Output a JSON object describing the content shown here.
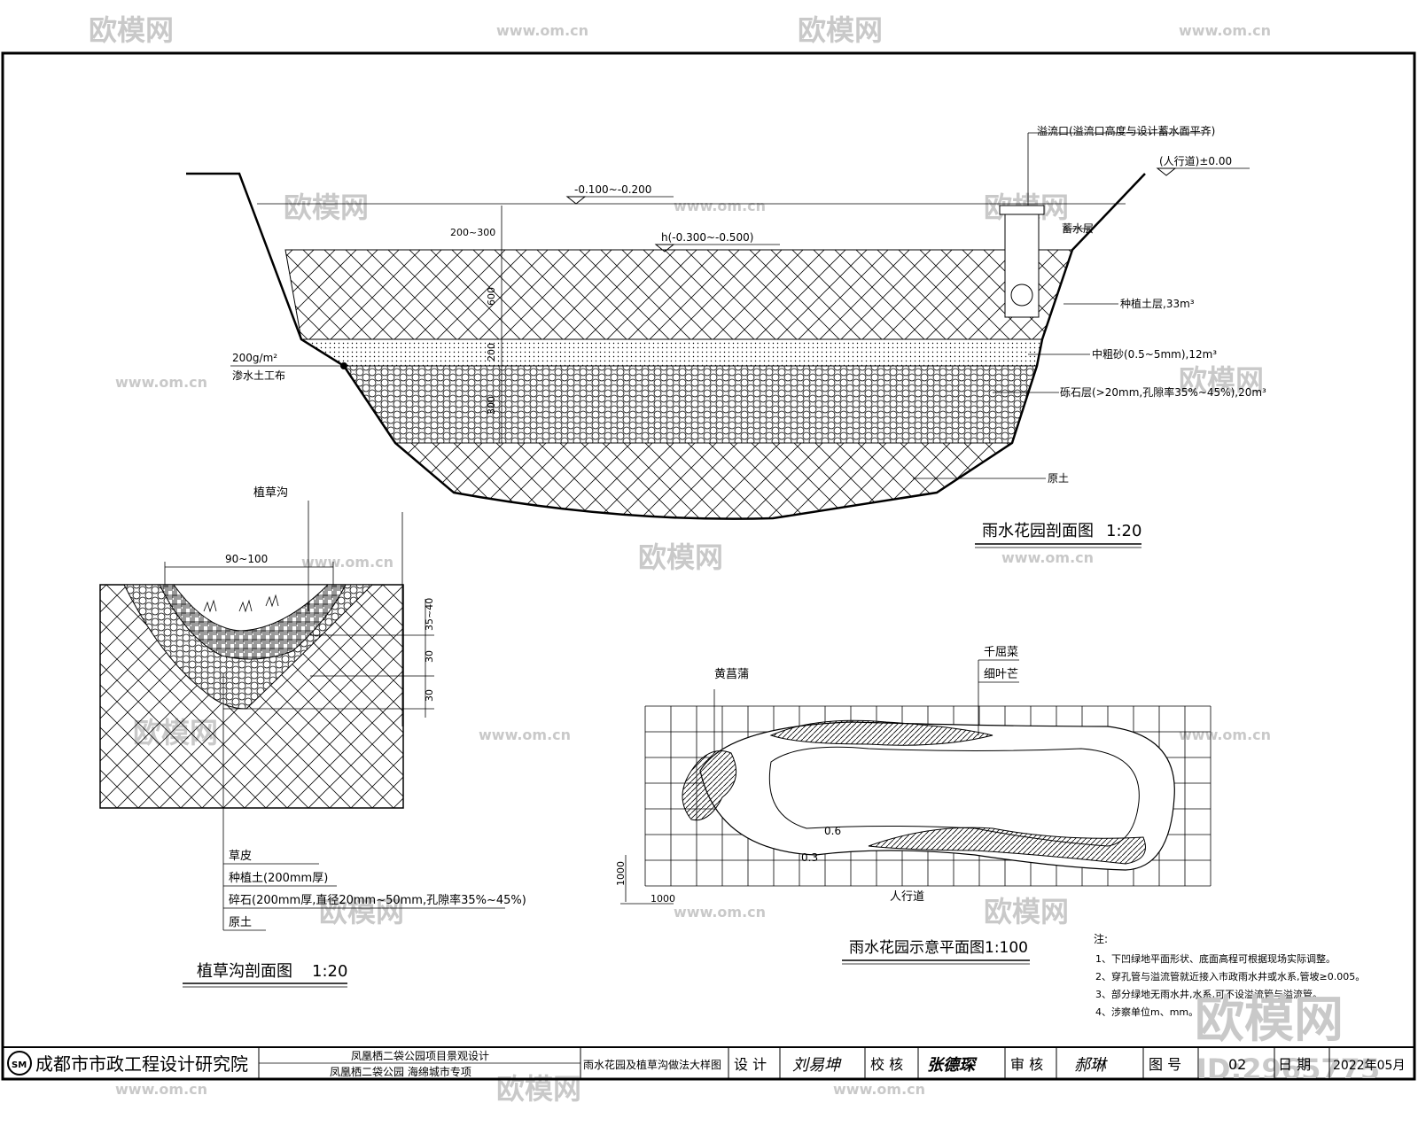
{
  "watermarks": {
    "brand": "欧模网",
    "site": "www.om.cn",
    "big_logo": "欧模网",
    "id": "ID:2965775"
  },
  "main_section": {
    "title": "雨水花园剖面图",
    "scale": "1:20",
    "overflow_label": "溢流口(溢流口高度与设计蓄水面平齐)",
    "sidewalk_level": "(人行道)±0.00",
    "water_level": "-0.100~-0.200",
    "h_level": "h(-0.300~-0.500)",
    "dim_top": "200~300",
    "dim_600": "600",
    "dim_200": "200",
    "dim_300": "300",
    "geotextile_1": "200g/m²",
    "geotextile_2": "渗水土工布",
    "layer_storage": "蓄水层",
    "layer_planting": "种植土层,33m³",
    "layer_sand": "中粗砂(0.5~5mm),12m³",
    "layer_gravel": "砾石层(>20mm,孔隙率35%~45%),20m³",
    "layer_subsoil": "原土"
  },
  "swale_section": {
    "title": "植草沟剖面图",
    "scale": "1:20",
    "top_label": "植草沟",
    "width_dim": "90~100",
    "dim_1": "35~40",
    "dim_2": "30",
    "dim_3": "30",
    "legend": [
      "草皮",
      "种植土(200mm厚)",
      "碎石(200mm厚,直径20mm~50mm,孔隙率35%~45%)",
      "原土"
    ]
  },
  "plan": {
    "title": "雨水花园示意平面图1:100",
    "label_left": "黄菖蒲",
    "label_top_1": "千屈菜",
    "label_top_2": "细叶芒",
    "contour_1": "0.6",
    "contour_2": "0.3",
    "sidewalk": "人行道",
    "dim_vert": "1000",
    "dim_horiz": "1000"
  },
  "notes": {
    "heading": "注:",
    "items": [
      "1、下凹绿地平面形状、底面高程可根据现场实际调整。",
      "2、穿孔管与溢流管就近接入市政雨水井或水系,管坡≥0.005。",
      "3、部分绿地无雨水井,水系,可不设溢流管与溢流管。",
      "4、涉察单位m、mm。"
    ]
  },
  "title_block": {
    "institute": "成都市市政工程设计研究院",
    "project_1": "凤凰栖二袋公园项目景观设计",
    "project_2": "凤凰栖二袋公园 海绵城市专项",
    "drawing_name": "雨水花园及植草沟做法大样图",
    "design_label": "设 计",
    "design_sign": "刘易坤",
    "check_label": "校 核",
    "check_sign": "张德琛",
    "review_label": "审 核",
    "review_sign": "郝琳",
    "drawing_no_label": "图 号",
    "drawing_no": "02",
    "date_label": "日 期",
    "date": "2022年05月"
  }
}
